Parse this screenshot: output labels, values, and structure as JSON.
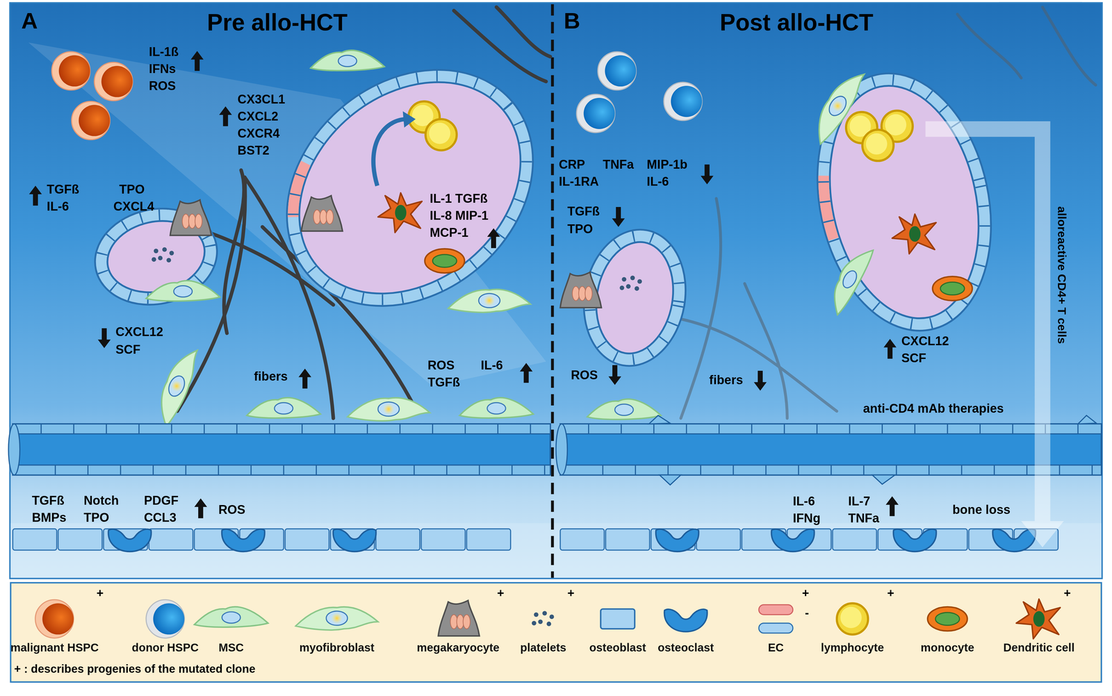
{
  "diagram": {
    "nodes": [
      {
        "text": [
          "A",
          "Pre allo-HCT"
        ]
      },
      {
        "text": [
          "B",
          "Post allo-HCT"
        ]
      }
    ],
    "labels": [
      "IL-1ß",
      "IFNs",
      "ROS",
      "CX3CL1",
      "CXCL2",
      "CXCR4",
      "BST2",
      "TGFß",
      "TPO",
      "IL-6",
      "CXCL4",
      "IL-1 TGFß",
      "IL-8 MIP-1",
      "MCP-1",
      "CXCL12",
      "SCF",
      "fibers",
      "ROS",
      "IL-6",
      "TGFß",
      "TGFß",
      "Notch",
      "PDGF",
      "BMPs",
      "TPO",
      "CCL3",
      "ROS",
      "CRP",
      "TNFa",
      "MIP-1b",
      "IL-1RA",
      "IL-6",
      "TGFß",
      "TPO",
      "CXCL12",
      "SCF",
      "ROS",
      "fibers",
      "anti-CD4 mAb therapies",
      "IL-6",
      "IL-7",
      "IFNg",
      "TNFa",
      "bone loss",
      "alloreactive CD4+ T cells",
      "+",
      "+",
      "+",
      "+",
      "-",
      "+",
      "+",
      "+ : describes progenies of the mutated clone"
    ],
    "legend": [
      {
        "text": "malignant HSPC"
      },
      {
        "text": "donor HSPC"
      },
      {
        "text": "MSC"
      },
      {
        "text": "myofibroblast"
      },
      {
        "text": "megakaryocyte"
      },
      {
        "text": "platelets"
      },
      {
        "text": "osteoblast"
      },
      {
        "text": "osteoclast"
      },
      {
        "text": "EC"
      },
      {
        "text": "lymphocyte"
      },
      {
        "text": "monocyte"
      },
      {
        "text": "Dendritic cell"
      }
    ]
  }
}
